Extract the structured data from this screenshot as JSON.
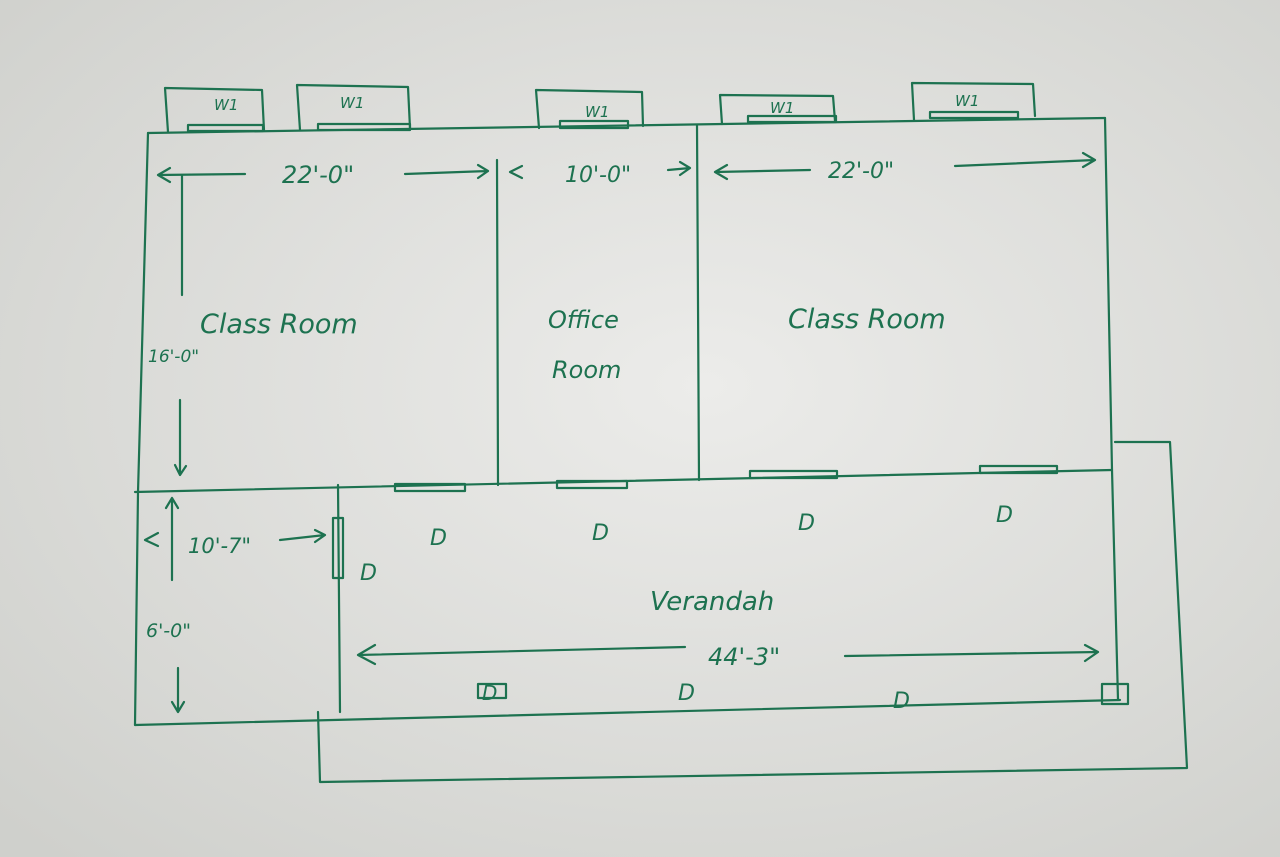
{
  "windows": [
    "W1",
    "W1",
    "W1",
    "W1",
    "W1"
  ],
  "dimensions": {
    "left_room_width": "22'-0\"",
    "office_width": "10'-0\"",
    "right_room_width": "22'-0\"",
    "room_depth": "16'-0\"",
    "small_room_width": "10'-7\"",
    "small_room_depth": "6'-0\"",
    "verandah_length": "44'-3\""
  },
  "rooms": {
    "left": "Class Room",
    "office_line1": "Office",
    "office_line2": "Room",
    "right": "Class Room",
    "verandah": "Verandah"
  },
  "doors": [
    "D",
    "D",
    "D",
    "D",
    "D",
    "D",
    "D",
    "D"
  ],
  "colors": {
    "ink": "#1d7250",
    "paper": "#dcdcd8"
  }
}
